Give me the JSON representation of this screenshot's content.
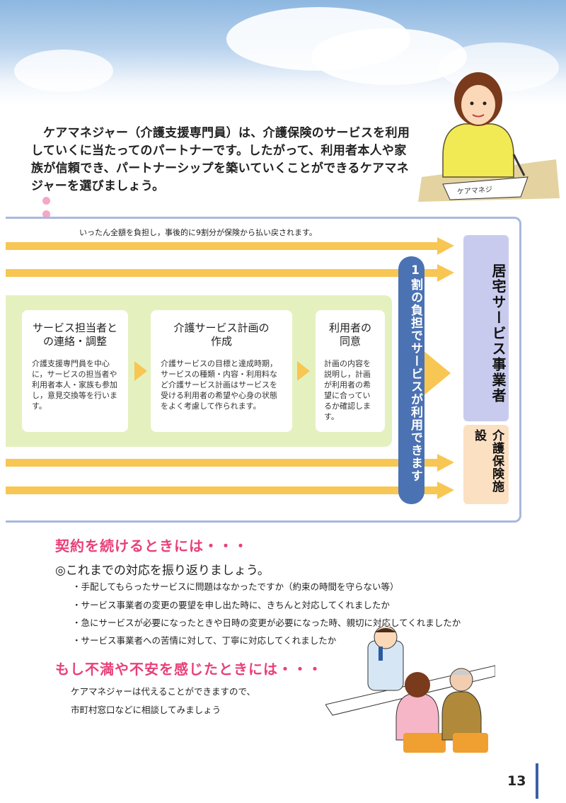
{
  "intro": "ケアマネジャー（介護支援専門員）は、介護保険のサービスを利用していくに当たってのパートナーです。したがって、利用者本人や家族が信頼でき、パートナーシップを築いていくことができるケアマネジャーを選びましょう。",
  "illustration_paper_text": "ケアマネジ",
  "flow": {
    "note": "いったん全額を負担し，事後的に9割分が保険から払い戻されます。",
    "steps": [
      {
        "title": "サービス担当者との連絡・調整",
        "body": "介護支援専門員を中心に，サービスの担当者や利用者本人・家族も参加し，意見交換等を行います。"
      },
      {
        "title": "介護サービス計画の作成",
        "body": "介護サービスの目標と達成時期，サービスの種類・内容・利用料など介護サービス計画はサービスを受ける利用者の希望や心身の状態をよく考慮して作られます。"
      },
      {
        "title": "利用者の同意",
        "body": "計画の内容を説明し，計画が利用者の希望に合っているか確認します。"
      }
    ],
    "vertical_label": "1割の負担でサービスが利用できます",
    "provider_label": "居宅サービス事業者",
    "facility_label": "介護保険施設"
  },
  "section1": {
    "heading": "契約を続けるときには・・・",
    "lead": "◎これまでの対応を振り返りましょう。",
    "bullets": [
      "・手配してもらったサービスに問題はなかったですか（約束の時間を守らない等）",
      "・サービス事業者の変更の要望を申し出た時に、きちんと対応してくれましたか",
      "・急にサービスが必要になったときや日時の変更が必要になった時、親切に対応してくれましたか",
      "・サービス事業者への苦情に対して、丁寧に対応してくれましたか"
    ]
  },
  "section2": {
    "heading": "もし不満や不安を感じたときには・・・",
    "lines": [
      "ケアマネジャーは代えることができますので、",
      "市町村窓口などに相談してみましょう"
    ]
  },
  "page_number": "13",
  "colors": {
    "band": "#f8c653",
    "heading": "#e8407a",
    "blue_pill": "#4b72b2",
    "lilac": "#c9cbee",
    "peach": "#fce0c2",
    "green": "#e4f1bf"
  }
}
